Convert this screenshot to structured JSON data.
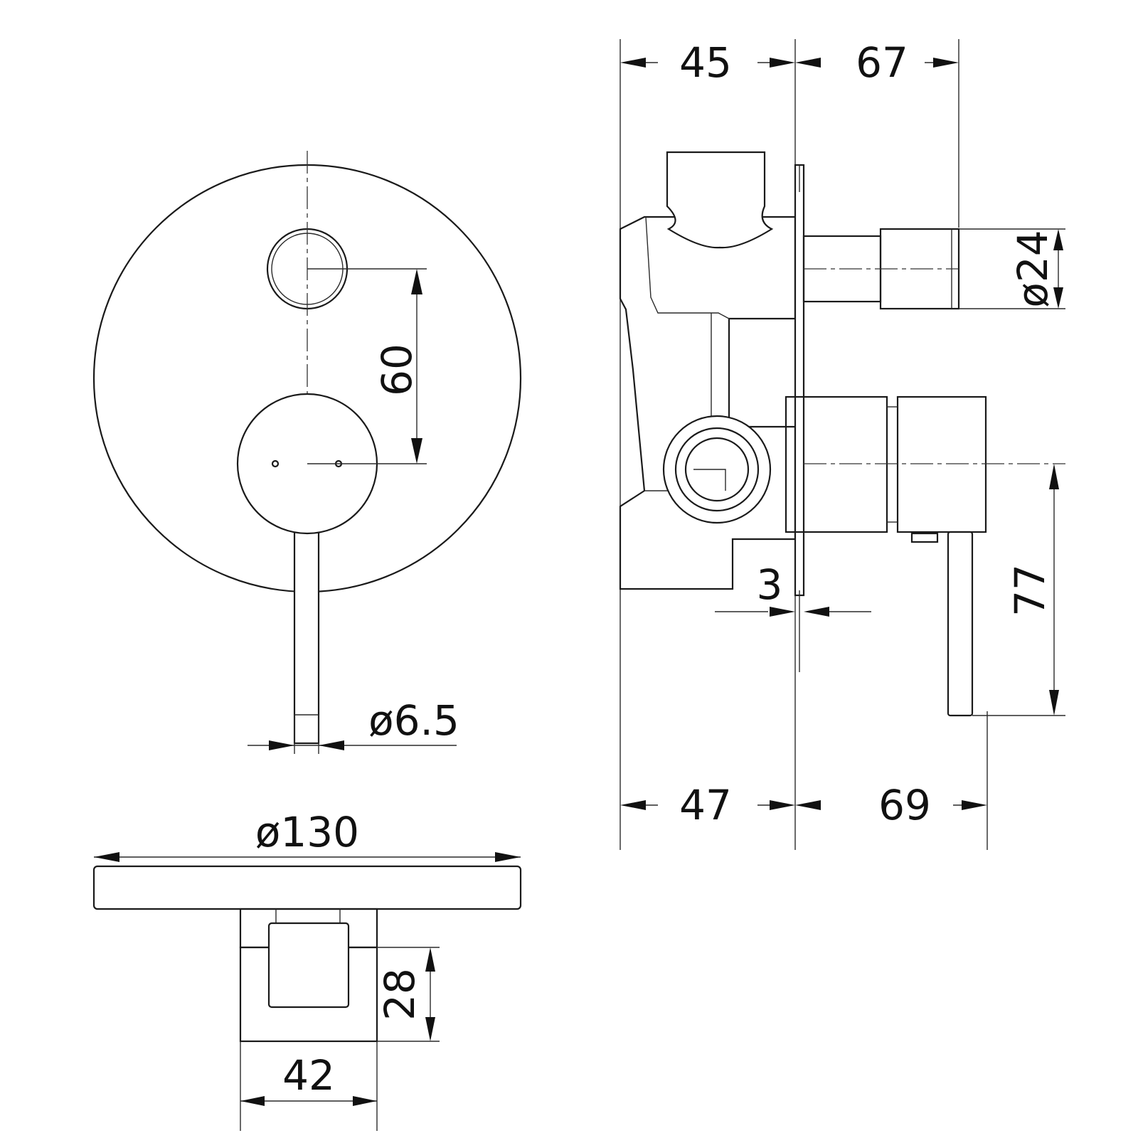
{
  "diagram": {
    "front_view": {
      "handle_diameter": "ø6.5",
      "spacing": "60"
    },
    "bottom_view": {
      "plate_diameter": "ø130",
      "body_width": "42",
      "body_depth": "28"
    },
    "side_view": {
      "top_left": "45",
      "top_right": "67",
      "spout_diameter": "ø24",
      "plate_thickness": "3",
      "lever_drop": "77",
      "bottom_left": "47",
      "bottom_right": "69"
    }
  }
}
